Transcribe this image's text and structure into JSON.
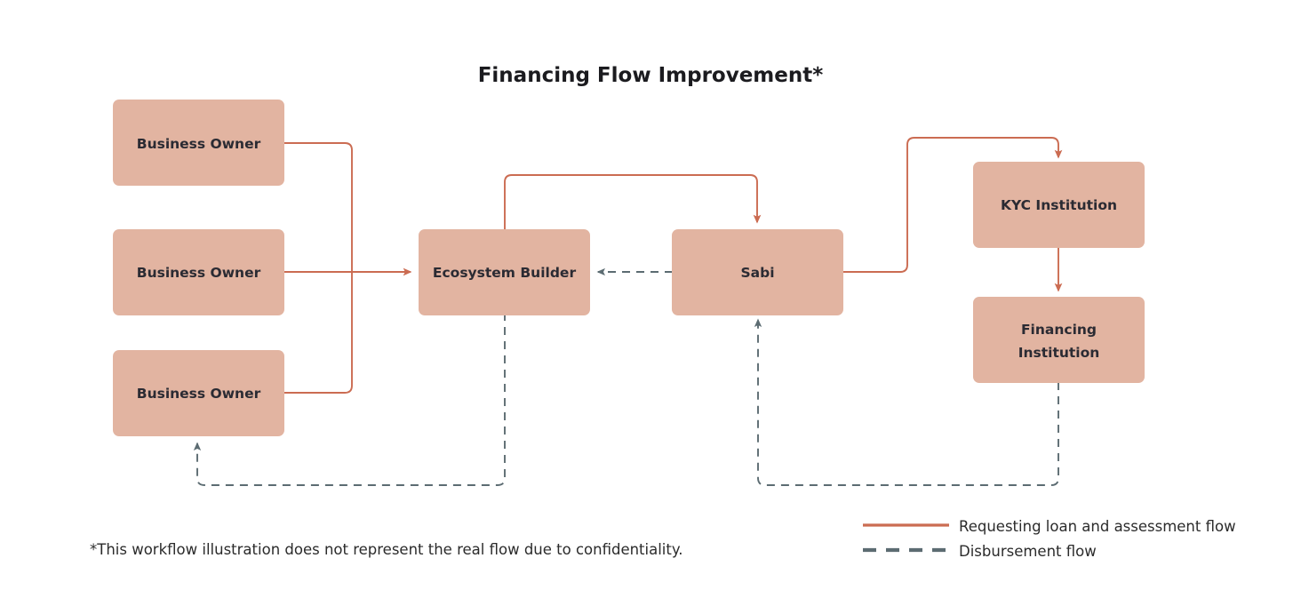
{
  "title": "Financing Flow Improvement*",
  "footnote": "*This workflow illustration does not represent the real flow due to confidentiality.",
  "colors": {
    "node_fill": "#e2b4a1",
    "solid_flow": "#cb6c52",
    "dashed_flow": "#5c6c72",
    "text": "#2b2b33",
    "background": "#ffffff"
  },
  "nodes": [
    {
      "id": "business-owner-1",
      "label": "Business Owner"
    },
    {
      "id": "business-owner-2",
      "label": "Business Owner"
    },
    {
      "id": "business-owner-3",
      "label": "Business Owner"
    },
    {
      "id": "ecosystem-builder",
      "label": "Ecosystem Builder"
    },
    {
      "id": "sabi",
      "label": "Sabi"
    },
    {
      "id": "kyc-institution",
      "label": "KYC Institution"
    },
    {
      "id": "financing-institution",
      "label_line1": "Financing",
      "label_line2": "Institution"
    }
  ],
  "edges": [
    {
      "id": "bo1-to-eb",
      "from": "business-owner-1",
      "to": "ecosystem-builder",
      "style": "solid"
    },
    {
      "id": "bo2-to-eb",
      "from": "business-owner-2",
      "to": "ecosystem-builder",
      "style": "solid"
    },
    {
      "id": "bo3-to-eb",
      "from": "business-owner-3",
      "to": "ecosystem-builder",
      "style": "solid"
    },
    {
      "id": "eb-to-sabi",
      "from": "ecosystem-builder",
      "to": "sabi",
      "style": "solid"
    },
    {
      "id": "sabi-to-kyc",
      "from": "sabi",
      "to": "kyc-institution",
      "style": "solid"
    },
    {
      "id": "kyc-to-fi",
      "from": "kyc-institution",
      "to": "financing-institution",
      "style": "solid"
    },
    {
      "id": "sabi-to-eb",
      "from": "sabi",
      "to": "ecosystem-builder",
      "style": "dashed"
    },
    {
      "id": "eb-to-bo3",
      "from": "ecosystem-builder",
      "to": "business-owner-3",
      "style": "dashed"
    },
    {
      "id": "fi-to-sabi",
      "from": "financing-institution",
      "to": "sabi",
      "style": "dashed"
    }
  ],
  "legend": {
    "items": [
      {
        "id": "legend-solid",
        "label": "Requesting loan and assessment flow",
        "style": "solid"
      },
      {
        "id": "legend-dashed",
        "label": "Disbursement flow",
        "style": "dashed"
      }
    ]
  }
}
